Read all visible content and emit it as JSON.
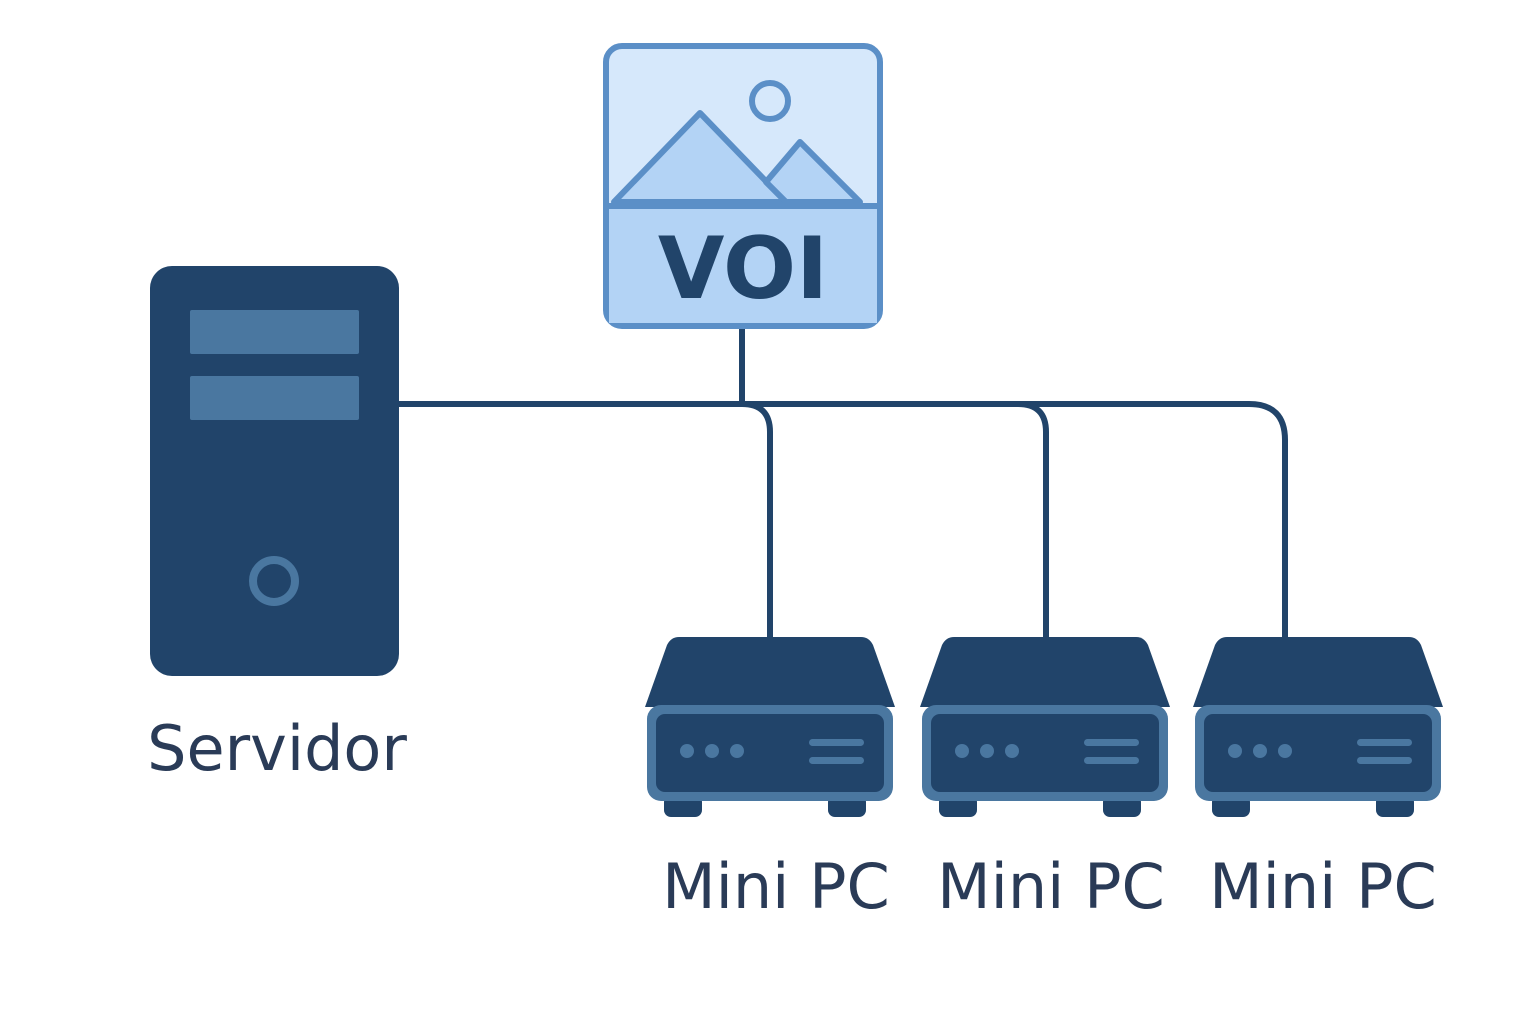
{
  "colors": {
    "dark": "#21446a",
    "mid": "#4a77a0",
    "light_bg": "#d6e8fb",
    "light_fill": "#b3d3f5",
    "voi_border": "#5b8fc7",
    "label": "#2a3b57"
  },
  "voi": {
    "label": "VOI",
    "icon": "image-icon"
  },
  "server": {
    "label": "Servidor",
    "icon": "server-tower-icon"
  },
  "mini_pcs": [
    {
      "label": "Mini PC",
      "icon": "mini-pc-icon"
    },
    {
      "label": "Mini PC",
      "icon": "mini-pc-icon"
    },
    {
      "label": "Mini PC",
      "icon": "mini-pc-icon"
    }
  ]
}
